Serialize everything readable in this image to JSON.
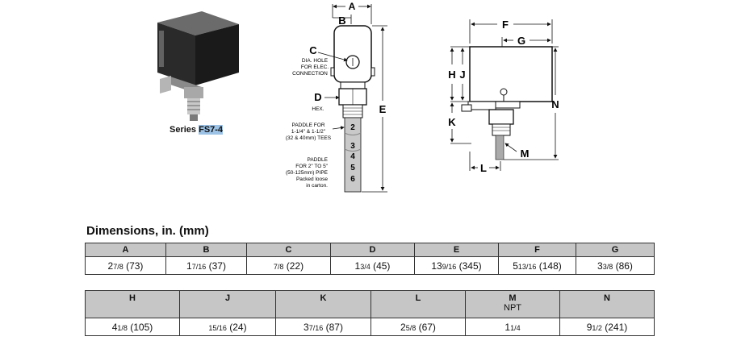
{
  "photo": {
    "caption_prefix": "Series ",
    "caption_model": "FS7-4"
  },
  "front_view": {
    "letter_a": "A",
    "letter_b": "B",
    "letter_c": "C",
    "letter_d": "D",
    "letter_e": "E",
    "dia_hole": [
      "DIA. HOLE",
      "FOR ELEC.",
      "CONNECTION"
    ],
    "hex": "HEX.",
    "paddle_small": [
      "PADDLE FOR",
      "1-1/4\" & 1-1/2\"",
      "(32 & 40mm) TEES"
    ],
    "paddle_large": [
      "PADDLE",
      "FOR 2\" TO 5\"",
      "(50-125mm) PIPE",
      "Packed loose",
      "in carton."
    ],
    "paddle_numbers": [
      "2",
      "3",
      "4",
      "5",
      "6"
    ]
  },
  "side_view": {
    "letter_f": "F",
    "letter_g": "G",
    "letter_h": "H",
    "letter_j": "J",
    "letter_k": "K",
    "letter_l": "L",
    "letter_m": "M",
    "letter_n": "N"
  },
  "dimensions": {
    "title": "Dimensions, in. (mm)",
    "table1": {
      "headers": [
        "A",
        "B",
        "C",
        "D",
        "E",
        "F",
        "G"
      ],
      "values": [
        {
          "whole": "2",
          "frac": "7/8",
          "mm": " (73)"
        },
        {
          "whole": "1",
          "frac": "7/16",
          "mm": " (37)"
        },
        {
          "whole": "",
          "frac": "7/8",
          "mm": " (22)"
        },
        {
          "whole": "1",
          "frac": "3/4",
          "mm": " (45)"
        },
        {
          "whole": "13",
          "frac": "9/16",
          "mm": " (345)"
        },
        {
          "whole": "5",
          "frac": "13/16",
          "mm": " (148)"
        },
        {
          "whole": "3",
          "frac": "3/8",
          "mm": " (86)"
        }
      ]
    },
    "table2": {
      "headers": [
        "H",
        "J",
        "K",
        "L",
        "M",
        "N"
      ],
      "header_sub_m": "NPT",
      "values": [
        {
          "whole": "4",
          "frac": "1/8",
          "mm": " (105)"
        },
        {
          "whole": "",
          "frac": "15/16",
          "mm": " (24)"
        },
        {
          "whole": "3",
          "frac": "7/16",
          "mm": " (87)"
        },
        {
          "whole": "2",
          "frac": "5/8",
          "mm": " (67)"
        },
        {
          "whole": "1",
          "frac": "1/4",
          "mm": ""
        },
        {
          "whole": "9",
          "frac": "1/2",
          "mm": " (241)"
        }
      ]
    }
  }
}
